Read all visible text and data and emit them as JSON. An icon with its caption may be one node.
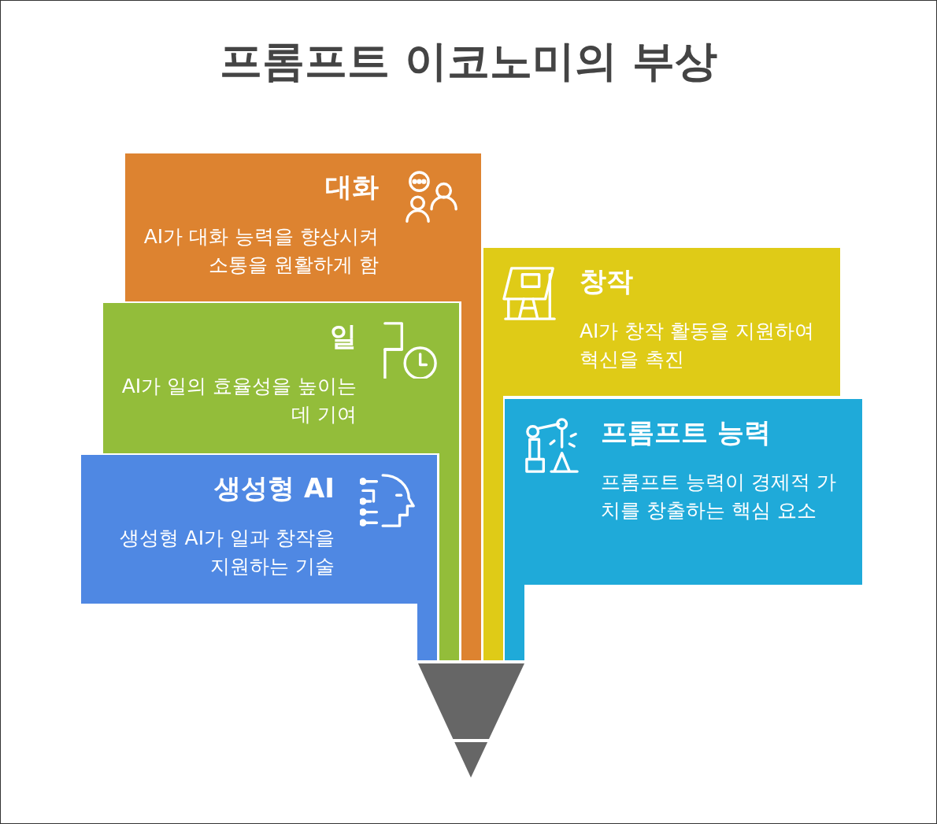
{
  "diagram": {
    "title": "프롬프트 이코노미의 부상",
    "nodes": [
      {
        "text": [
          "대화",
          "AI가 대화 능력을 향상시켜 소통을 원활하게 함"
        ]
      },
      {
        "text": [
          "창작",
          "AI가 창작 활동을 지원하여 혁신을 촉진"
        ]
      },
      {
        "text": [
          "일",
          "AI가 일의 효율성을 높이는 데 기여"
        ]
      },
      {
        "text": [
          "프롬프트 능력",
          "프롬프트 능력이 경제적 가치를 창출하는 핵심 요소"
        ]
      },
      {
        "text": [
          "생성형 AI",
          "생성형 AI가 일과 창작을 지원하는 기술"
        ]
      }
    ]
  }
}
